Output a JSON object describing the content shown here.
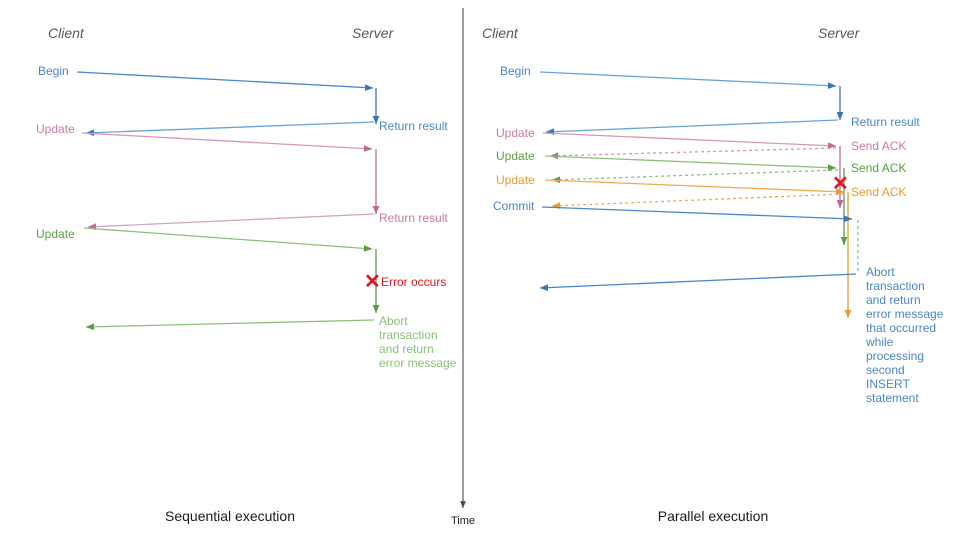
{
  "figure": {
    "title": "",
    "divider": {
      "name": "time-axis",
      "label": "Time"
    }
  },
  "colors": {
    "blue": "#4a86c8",
    "blue_dark": "#3a76b8",
    "pink": "#c97ba4",
    "pink_dark": "#bf6b98",
    "green": "#8cc07a",
    "green_dark": "#5a9e45",
    "orange": "#f0a94c",
    "orange_dark": "#e89a33",
    "red": "#e8121a",
    "gray": "#595959",
    "axis": "#4d4d4d",
    "caption": "#1a1a1a"
  },
  "panels": [
    {
      "id": "sequential",
      "caption": "Sequential execution",
      "actors": {
        "client": "Client",
        "server": "Server"
      },
      "messages": [
        {
          "label": "Begin",
          "color": "blue",
          "dir": "to-server",
          "style": "solid"
        },
        {
          "label": "Return result",
          "color": "blue",
          "dir": "to-client",
          "style": "solid",
          "side": "server"
        },
        {
          "label": "Update",
          "color": "pink",
          "dir": "to-server",
          "style": "solid"
        },
        {
          "label": "Return result",
          "color": "pink",
          "dir": "to-client",
          "style": "solid",
          "side": "server"
        },
        {
          "label": "Update",
          "color": "green",
          "dir": "to-server",
          "style": "solid"
        },
        {
          "label": "Error occurs",
          "color": "red",
          "marker": "x",
          "side": "server"
        },
        {
          "label": "Abort transaction and return error message",
          "color": "green",
          "dir": "to-client",
          "style": "solid",
          "side": "server",
          "lines": [
            "Abort",
            "transaction",
            "and return",
            "error message"
          ]
        }
      ]
    },
    {
      "id": "parallel",
      "caption": "Parallel execution",
      "actors": {
        "client": "Client",
        "server": "Server"
      },
      "messages": [
        {
          "label": "Begin",
          "color": "blue",
          "dir": "to-server",
          "style": "solid"
        },
        {
          "label": "Return result",
          "color": "blue",
          "dir": "to-client",
          "style": "solid",
          "side": "server"
        },
        {
          "label": "Update",
          "color": "pink",
          "dir": "to-server",
          "style": "solid"
        },
        {
          "label": "Send ACK",
          "color": "pink",
          "dir": "to-client",
          "style": "dotted",
          "side": "server"
        },
        {
          "label": "Update",
          "color": "green",
          "dir": "to-server",
          "style": "solid"
        },
        {
          "label": "Send ACK",
          "color": "green",
          "dir": "to-client",
          "style": "dotted",
          "side": "server"
        },
        {
          "label": "Update",
          "color": "orange",
          "dir": "to-server",
          "style": "solid"
        },
        {
          "label": "Send ACK",
          "color": "orange",
          "dir": "to-client",
          "style": "dotted",
          "side": "server"
        },
        {
          "label": "Commit",
          "color": "blue",
          "dir": "to-server",
          "style": "solid"
        },
        {
          "label": "",
          "color": "red",
          "marker": "x",
          "side": "server"
        },
        {
          "label": "Abort transaction and return error message that occurred while processing second INSERT statement",
          "color": "blue",
          "dir": "to-client",
          "style": "solid",
          "side": "server",
          "lines": [
            "Abort",
            "transaction",
            "and return",
            "error message",
            "that occurred",
            "while",
            "processing",
            "second",
            "INSERT",
            "statement"
          ]
        }
      ]
    }
  ],
  "labels": {
    "left": {
      "client": "Client",
      "server": "Server",
      "begin": "Begin",
      "return_result_1": "Return result",
      "update_1": "Update",
      "return_result_2": "Return result",
      "update_2": "Update",
      "error_occurs": "Error occurs",
      "abort_l1": "Abort",
      "abort_l2": "transaction",
      "abort_l3": "and return",
      "abort_l4": "error message",
      "caption": "Sequential execution"
    },
    "right": {
      "client": "Client",
      "server": "Server",
      "begin": "Begin",
      "return_result": "Return result",
      "update_1": "Update",
      "ack_1": "Send ACK",
      "update_2": "Update",
      "ack_2": "Send ACK",
      "update_3": "Update",
      "ack_3": "Send ACK",
      "commit": "Commit",
      "abort_l1": "Abort",
      "abort_l2": "transaction",
      "abort_l3": "and return",
      "abort_l4": "error message",
      "abort_l5": "that occurred",
      "abort_l6": "while",
      "abort_l7": "processing",
      "abort_l8": "second",
      "abort_l9": "INSERT",
      "abort_l10": "statement",
      "caption": "Parallel execution"
    },
    "time": "Time",
    "xmark": "✕"
  }
}
